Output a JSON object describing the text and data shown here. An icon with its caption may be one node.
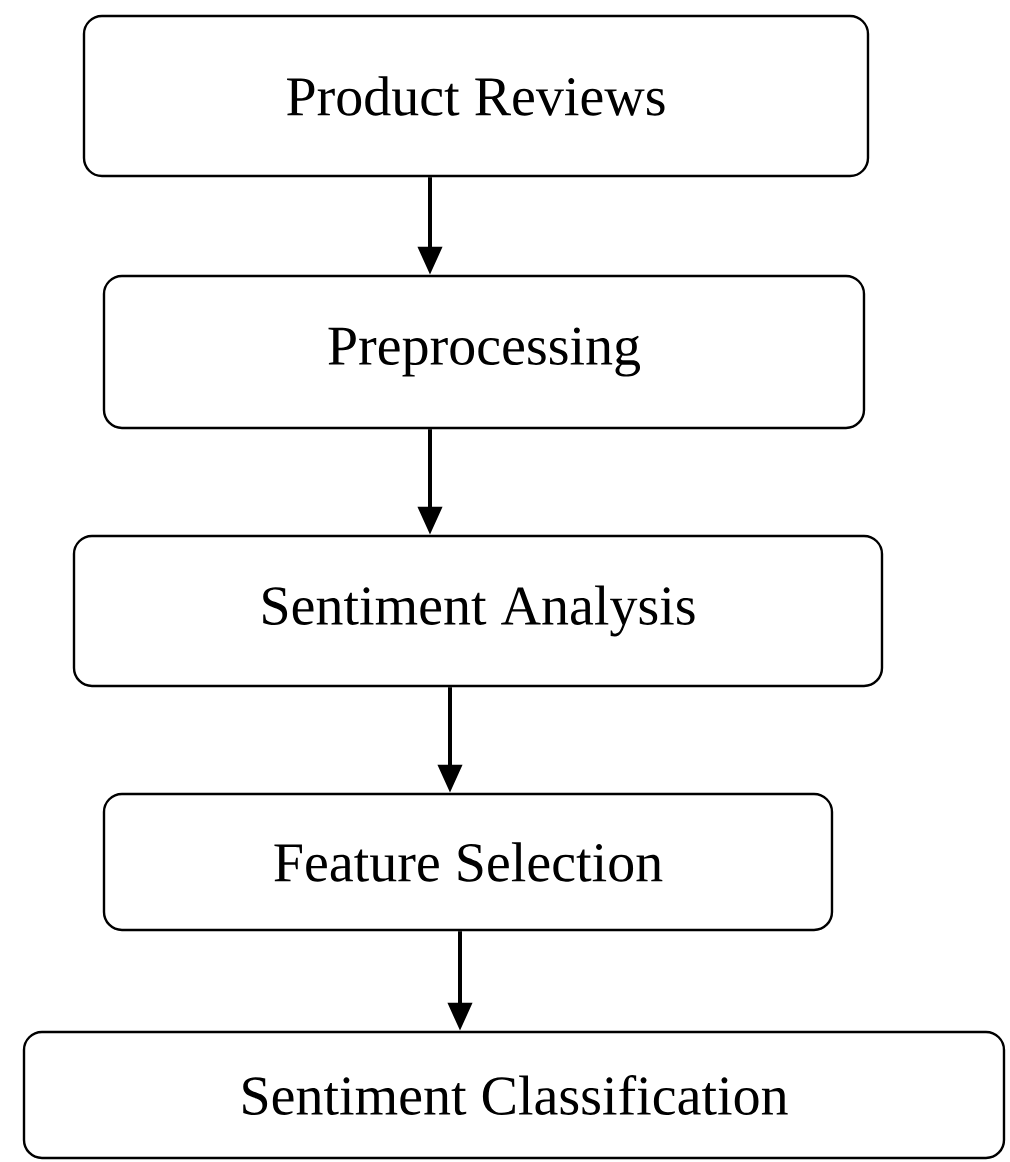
{
  "diagram": {
    "nodes": [
      {
        "text": [
          "Product Reviews"
        ]
      },
      {
        "text": [
          "Preprocessing"
        ]
      },
      {
        "text": [
          "Sentiment Analysis"
        ]
      },
      {
        "text": [
          "Feature Selection"
        ]
      },
      {
        "text": [
          "Sentiment Classification"
        ]
      }
    ],
    "edges": [
      {
        "from": 0,
        "to": 1,
        "arrow": "to"
      },
      {
        "from": 1,
        "to": 2,
        "arrow": "to"
      },
      {
        "from": 2,
        "to": 3,
        "arrow": "to"
      },
      {
        "from": 3,
        "to": 4,
        "arrow": "to"
      }
    ]
  }
}
